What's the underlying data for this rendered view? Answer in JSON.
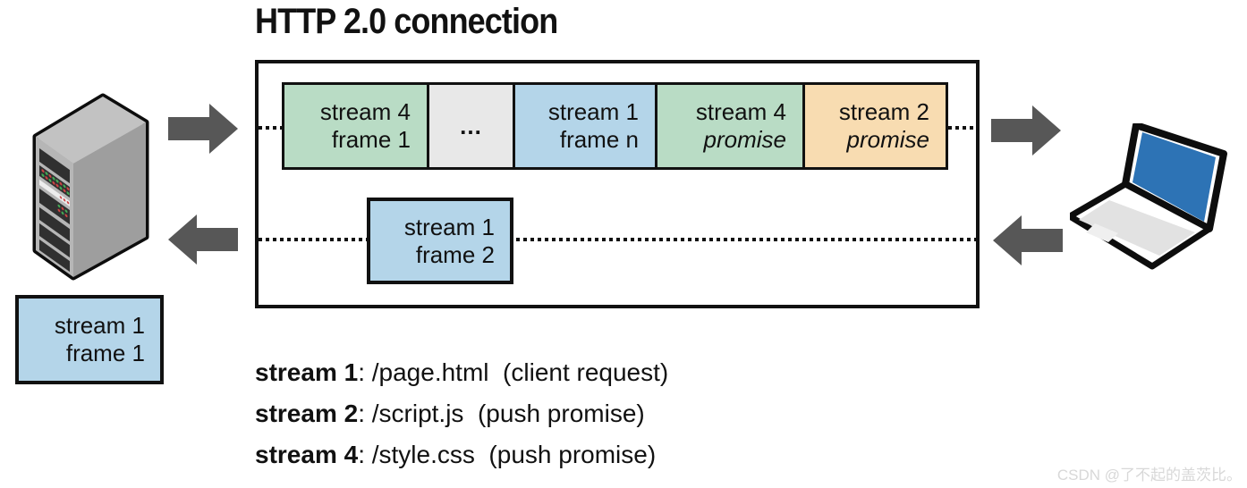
{
  "title": "HTTP 2.0 connection",
  "colors": {
    "green": "#b9dcc5",
    "blue": "#b4d5e9",
    "orange": "#f8dcb1",
    "gray": "#e8e8e8",
    "arrow": "#575757",
    "outline": "#111111",
    "laptop_screen": "#2d73b5",
    "watermark_gray": "#d8d8d8"
  },
  "icons": {
    "server": "server-tower-icon",
    "client": "laptop-icon",
    "upstream_arrows": "arrow-right-icon",
    "downstream_arrows": "arrow-left-icon"
  },
  "connection_box": {
    "frames_top": [
      {
        "line1": "stream 4",
        "line2": "frame 1",
        "color": "green"
      },
      {
        "line1": "...",
        "line2": "",
        "color": "gray"
      },
      {
        "line1": "stream 1",
        "line2": "frame n",
        "color": "blue"
      },
      {
        "line1": "stream 4",
        "line2": "promise",
        "color": "green"
      },
      {
        "line1": "stream 2",
        "line2": "promise",
        "color": "orange"
      }
    ],
    "frame_bottom": {
      "line1": "stream 1",
      "line2": "frame 2",
      "color": "blue"
    }
  },
  "server_frame": {
    "line1": "stream 1",
    "line2": "frame 1",
    "color": "blue"
  },
  "legend": [
    {
      "name": "stream 1",
      "detail": ": /page.html  (client request)"
    },
    {
      "name": "stream 2",
      "detail": ": /script.js  (push promise)"
    },
    {
      "name": "stream 4",
      "detail": ": /style.css  (push promise)"
    }
  ],
  "watermark": "CSDN @了不起的盖茨比。"
}
